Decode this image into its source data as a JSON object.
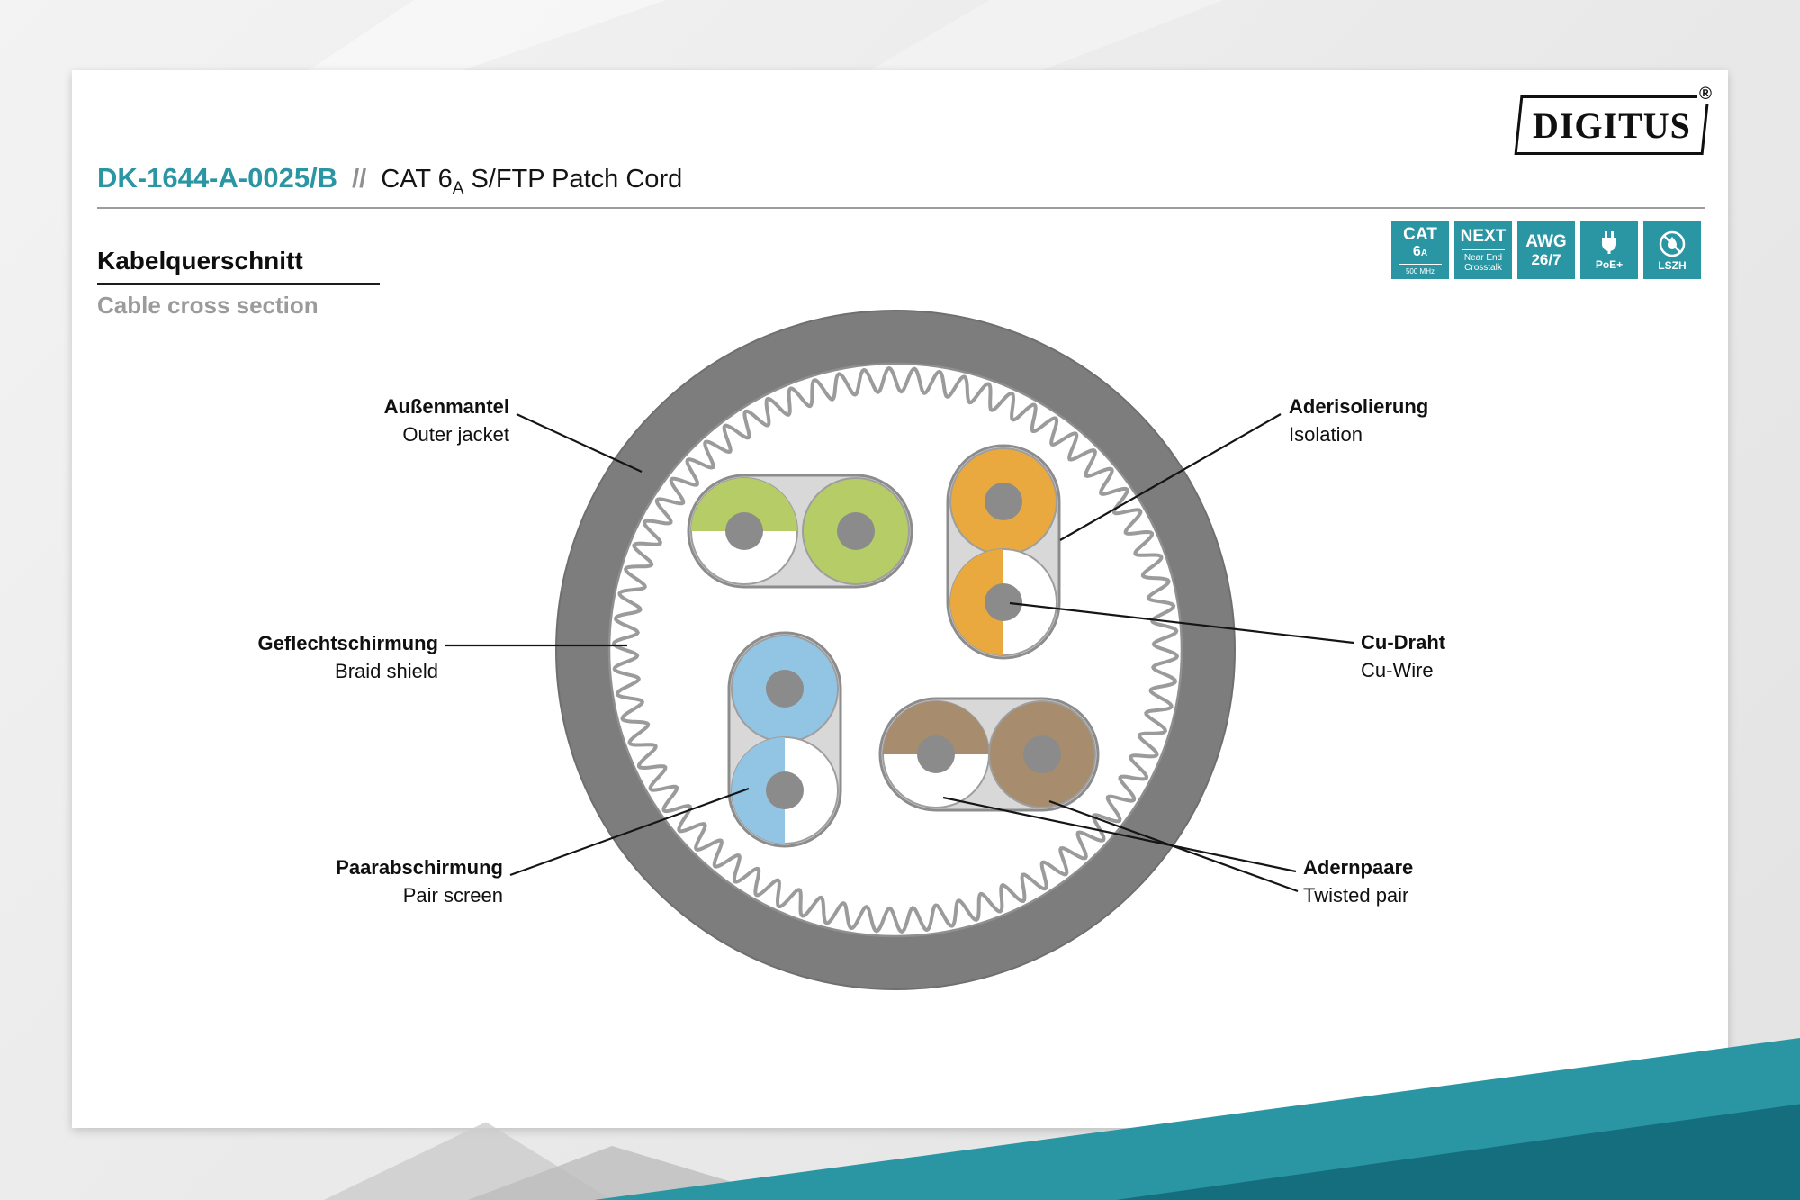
{
  "logo": {
    "brand": "DIGITUS",
    "reg": "®"
  },
  "header": {
    "product_code": "DK-1644-A-0025/B",
    "separator": "//",
    "product_name_pre": "CAT 6",
    "product_name_sub": "A",
    "product_name_post": " S/FTP Patch Cord"
  },
  "section": {
    "title_de": "Kabelquerschnitt",
    "title_en": "Cable cross section"
  },
  "badges": {
    "cat": {
      "top": "CAT",
      "num": "6",
      "num_sub": "A",
      "freq": "500 MHz"
    },
    "next": {
      "top": "NEXT",
      "line1": "Near End",
      "line2": "Crosstalk"
    },
    "awg": {
      "top": "AWG",
      "value": "26/7"
    },
    "poe": {
      "label": "PoE+"
    },
    "lszh": {
      "label": "LSZH"
    }
  },
  "diagram_labels": {
    "outer_jacket": {
      "de": "Außenmantel",
      "en": "Outer jacket"
    },
    "braid_shield": {
      "de": "Geflechtschirmung",
      "en": "Braid shield"
    },
    "pair_screen": {
      "de": "Paarabschirmung",
      "en": "Pair screen"
    },
    "isolation": {
      "de": "Aderisolierung",
      "en": "Isolation"
    },
    "cu_wire": {
      "de": "Cu-Draht",
      "en": "Cu-Wire"
    },
    "twisted_pair": {
      "de": "Adernpaare",
      "en": "Twisted pair"
    }
  },
  "colors": {
    "accent_teal": "#2A95A3",
    "teal_dark": "#146E7D",
    "jacket_gray": "#7D7D7D",
    "braid_gray": "#9B9B9B",
    "capsule_gray": "#D8D8D8",
    "copper_dot_gray": "#8B8B8B",
    "pair_green": "#B5CC67",
    "pair_orange": "#E9A93F",
    "pair_blue": "#92C5E4",
    "pair_brown": "#A78C6E"
  }
}
